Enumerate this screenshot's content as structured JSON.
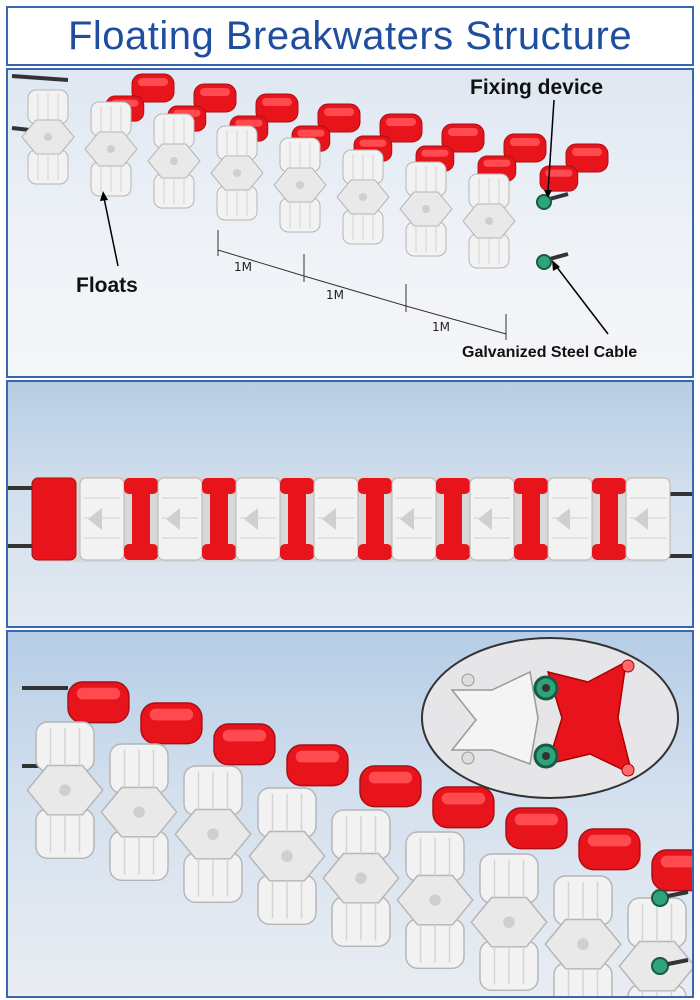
{
  "title": "Floating Breakwaters Structure",
  "labels": {
    "fixing_device": "Fixing device",
    "floats": "Floats",
    "galvanized_steel_cable": "Galvanized Steel Cable"
  },
  "dimensions": [
    "1M",
    "1M",
    "1M"
  ],
  "colors": {
    "title_text": "#1f4e9e",
    "panel_border": "#3a66b0",
    "float_white": "#f2f2f2",
    "float_red": "#e8141c",
    "cable": "#3a3a3a",
    "fixing_device": "#2fa37a"
  }
}
